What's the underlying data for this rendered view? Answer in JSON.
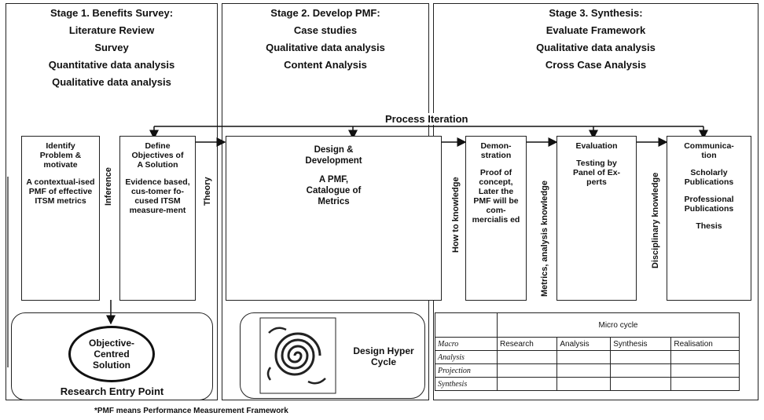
{
  "stage1": {
    "title": "Stage 1. Benefits Survey:",
    "lines": [
      "Literature Review",
      "Survey",
      "Quantitative data analysis",
      "Qualitative data analysis"
    ]
  },
  "stage2": {
    "title": "Stage 2.  Develop  PMF:",
    "lines": [
      "Case studies",
      "Qualitative data analysis",
      "Content Analysis"
    ]
  },
  "stage3": {
    "title": "Stage 3. Synthesis:",
    "lines": [
      "Evaluate Framework",
      "Qualitative data analysis",
      "Cross Case Analysis"
    ]
  },
  "process_iteration": "Process Iteration",
  "boxes": {
    "identify": {
      "title": "Identify Problem & motivate",
      "body": "A contextual-ised PMF of effective ITSM metrics"
    },
    "define": {
      "title": "Define Objectives of A Solution",
      "body": "Evidence based, cus-tomer fo-cused ITSM measure-ment"
    },
    "design": {
      "title": "Design & Development",
      "body": "A PMF, Catalogue of Metrics"
    },
    "demo": {
      "title": "Demon-stration",
      "body": "Proof of concept, Later the PMF will be com-mercialis ed"
    },
    "evaluation": {
      "title": "Evaluation",
      "body": "Testing by Panel of Ex-perts"
    },
    "communication": {
      "title": "Communica-tion",
      "lines": [
        "Scholarly Publications",
        "Professional Publications",
        "Thesis"
      ]
    }
  },
  "vertical_labels": {
    "inference": "Inference",
    "theory": "Theory",
    "how_to": "How to knowledge",
    "metrics": "Metrics, analysis  knowledge",
    "disciplinary": "Disciplinary knowledge"
  },
  "objective_centred": "Objective-Centred Solution",
  "research_entry": "Research Entry Point",
  "design_hyper_cycle": "Design Hyper Cycle",
  "micro_table": {
    "header": "Micro cycle",
    "corner": "Macro",
    "columns": [
      "Research",
      "Analysis",
      "Synthesis",
      "Realisation"
    ],
    "rows": [
      "Analysis",
      "Projection",
      "Synthesis"
    ]
  },
  "footnote": "*PMF means Performance Measurement Framework"
}
